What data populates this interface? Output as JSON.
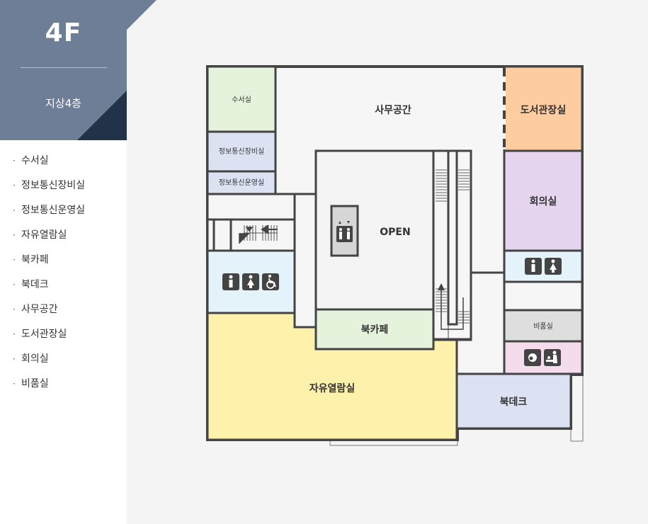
{
  "floor": {
    "title": "4F",
    "subtitle": "지상4층"
  },
  "room_list": [
    "수서실",
    "정보통신장비실",
    "정보통신운영실",
    "자유열람실",
    "북카페",
    "북데크",
    "사무공간",
    "도서관장실",
    "회의실",
    "비품실"
  ],
  "map_labels": {
    "suseo": "수서실",
    "jeongbo_jangbi": "정보통신장비실",
    "jeongbo_unyeong": "정보통신운영실",
    "samu": "사무공간",
    "gwanjang": "도서관장실",
    "hoeui": "회의실",
    "open": "OPEN",
    "bookcafe": "북카페",
    "yeollam": "자유열람실",
    "bukdeck": "북데크",
    "bipum": "비품실"
  },
  "colors": {
    "header": "#6e7e97",
    "header_dark": "#223248",
    "wall": "#444444",
    "suseo": "#e6f3dc",
    "jeongbo": "#dde2f2",
    "gwanjang": "#fdcca0",
    "hoeui": "#e4d4ee",
    "restroom": "#e4f2fa",
    "yeollam": "#fdf1ab",
    "bookcafe": "#e6f3dc",
    "bukdeck": "#dde2f2",
    "bipum": "#dedede",
    "nursing": "#f5dcec"
  },
  "icons": [
    "elevator-icon",
    "man-icon",
    "woman-icon",
    "wheelchair-icon",
    "nursing-icon",
    "diaper-changing-icon",
    "stairs-arrow-icon"
  ]
}
